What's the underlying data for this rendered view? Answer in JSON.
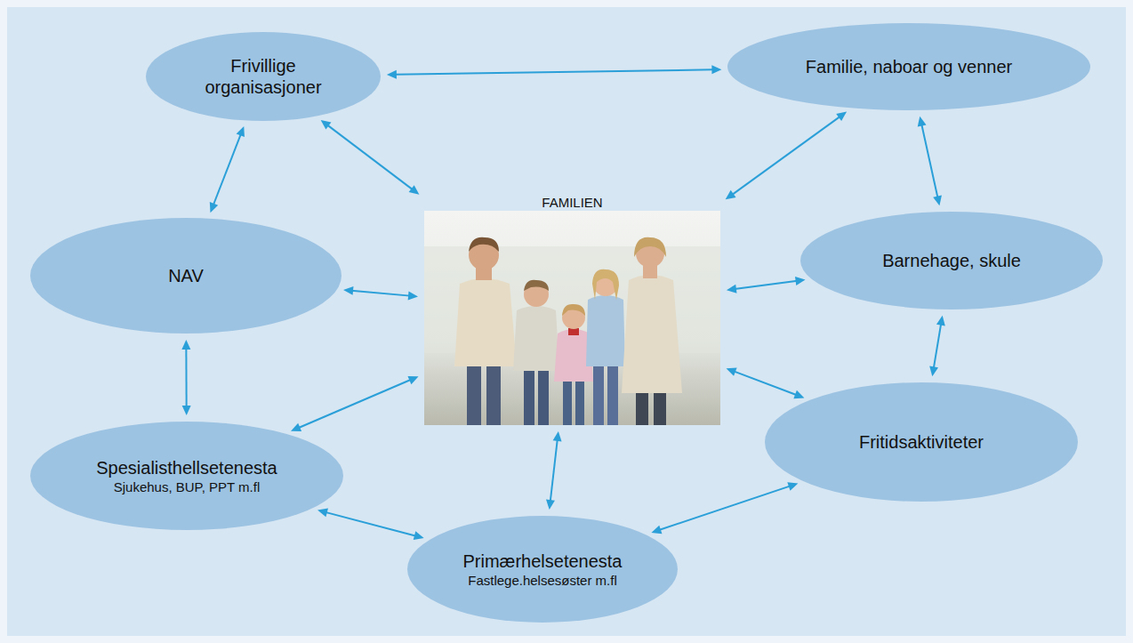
{
  "diagram": {
    "nodes": [
      {
        "text": [
          "Frivillige organisasjoner"
        ]
      },
      {
        "text": [
          "Familie, naboar og venner"
        ]
      },
      {
        "text": [
          "NAV"
        ]
      },
      {
        "text": [
          "FAMILIEN"
        ]
      },
      {
        "text": [
          "Barnehage, skule"
        ]
      },
      {
        "text": [
          "Spesialisthellsetenesta",
          "Sjukehus, BUP, PPT m.fl"
        ]
      },
      {
        "text": [
          "Fritidsaktiviteter"
        ]
      },
      {
        "text": [
          "Primærhelsetenesta",
          "Fastlege.helsesøster m.fl"
        ]
      }
    ],
    "edges": [
      {
        "from": 0,
        "to": 1,
        "arrow": "both"
      },
      {
        "from": 0,
        "to": 3,
        "arrow": "both"
      },
      {
        "from": 1,
        "to": 3,
        "arrow": "both"
      },
      {
        "from": 0,
        "to": 2,
        "arrow": "both"
      },
      {
        "from": 1,
        "to": 4,
        "arrow": "both"
      },
      {
        "from": 2,
        "to": 3,
        "arrow": "both"
      },
      {
        "from": 3,
        "to": 4,
        "arrow": "both"
      },
      {
        "from": 2,
        "to": 5,
        "arrow": "both"
      },
      {
        "from": 4,
        "to": 6,
        "arrow": "both"
      },
      {
        "from": 5,
        "to": 3,
        "arrow": "both"
      },
      {
        "from": 3,
        "to": 6,
        "arrow": "both"
      },
      {
        "from": 3,
        "to": 7,
        "arrow": "both"
      },
      {
        "from": 5,
        "to": 7,
        "arrow": "both"
      },
      {
        "from": 7,
        "to": 6,
        "arrow": "both"
      }
    ]
  }
}
